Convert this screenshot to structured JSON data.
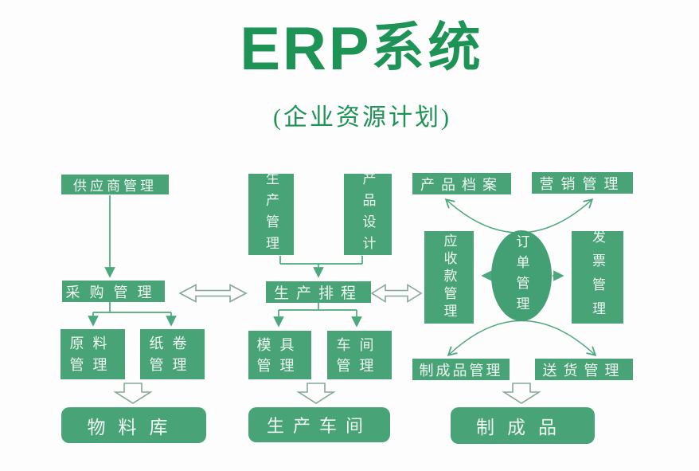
{
  "title": {
    "en": "ERP",
    "zh": "系统",
    "subtitle": "(企业资源计划)"
  },
  "colors": {
    "background": "#fdfdfd",
    "box_fill": "#48a377",
    "ellipse_fill": "#43a074",
    "box_text": "#f0f8f3",
    "title_green": "#1d9356",
    "wire_green": "#4ca87d",
    "hollow_outline": "#86a897"
  },
  "nodes": {
    "supplier": "供应商管理",
    "purchasing": "采购管理",
    "raw_material": "原料管理",
    "paper_roll": "纸卷管理",
    "material_store": "物料库",
    "production_mgmt": "生产管理",
    "product_design": "产品设计",
    "scheduling": "生产排程",
    "mold": "模具管理",
    "workshop": "车间管理",
    "production_workshop": "生产车间",
    "product_archive": "产品档案",
    "marketing": "营销管理",
    "receivables": "应收款管理",
    "order_mgmt": "订单管理",
    "invoice": "发票管理",
    "finished_mgmt": "制成品管理",
    "delivery": "送货管理",
    "finished_goods": "制成品"
  }
}
